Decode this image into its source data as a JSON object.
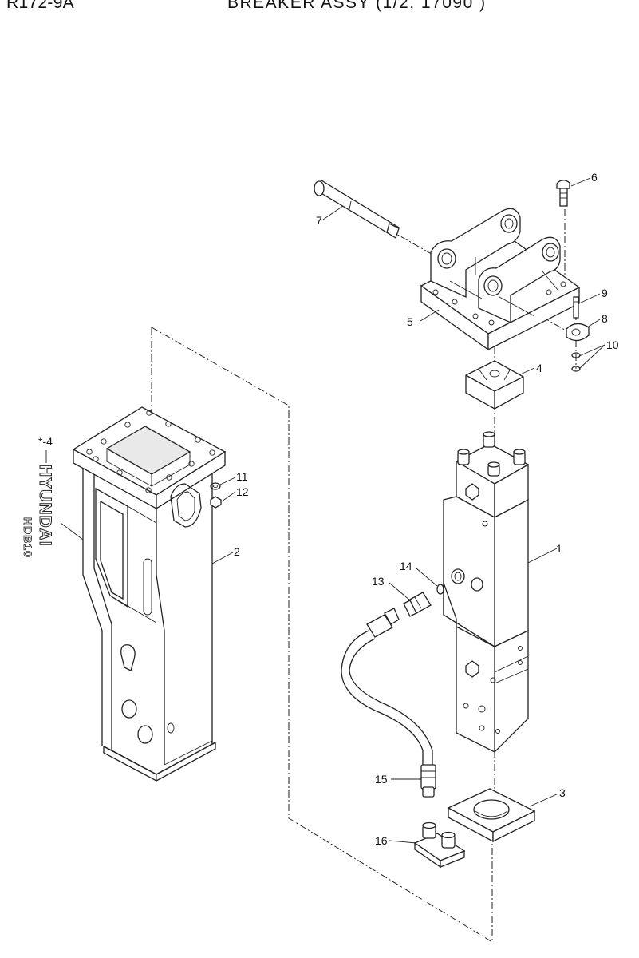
{
  "header": {
    "model": "R172-9A",
    "title": "BREAKER ASSY (1/2, 17090 )"
  },
  "decal": {
    "ref_label": "*-4",
    "brand_text": "HYUNDAI",
    "model_text": "HDB10"
  },
  "callouts": [
    {
      "id": "c1",
      "label": "1"
    },
    {
      "id": "c2",
      "label": "2"
    },
    {
      "id": "c3",
      "label": "3"
    },
    {
      "id": "c4",
      "label": "4"
    },
    {
      "id": "c5",
      "label": "5"
    },
    {
      "id": "c6",
      "label": "6"
    },
    {
      "id": "c7",
      "label": "7"
    },
    {
      "id": "c8",
      "label": "8"
    },
    {
      "id": "c9",
      "label": "9"
    },
    {
      "id": "c10",
      "label": "10"
    },
    {
      "id": "c11",
      "label": "11"
    },
    {
      "id": "c12",
      "label": "12"
    },
    {
      "id": "c13",
      "label": "13"
    },
    {
      "id": "c14",
      "label": "14"
    },
    {
      "id": "c15",
      "label": "15"
    },
    {
      "id": "c16",
      "label": "16"
    }
  ]
}
